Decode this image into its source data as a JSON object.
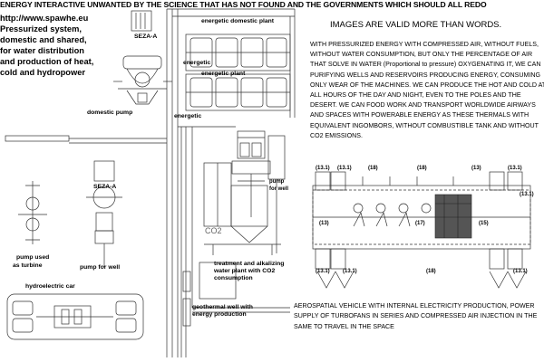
{
  "title": "ENERGY INTERACTIVE UNWANTED BY THE SCIENCE THAT HAS NOT FOUND AND THE GOVERNMENTS WHICH SHOULD ALL REDO",
  "left_text": {
    "url": "http://www.spawhe.eu",
    "lines": [
      "Pressurized system,",
      "domestic and shared,",
      "for water distribution",
      "and production of heat,",
      "cold and hydropower"
    ]
  },
  "labels": {
    "domestic_pump": "domestic pump",
    "energetic_domestic_plant": "energetic domestic plant",
    "energetic_plant": "energetic plant",
    "energetic": "energetic",
    "pump_used_as": "pump used",
    "as_turbine": "as turbine",
    "pump_for_well": "pump for well",
    "pump_for_well_right_1": "pump",
    "pump_for_well_right_2": "for well",
    "hydroelectric_car": "hydroelectric car",
    "treatment_1": "treatment and alkalizing",
    "treatment_2": "water plant with CO2",
    "treatment_3": "consumption",
    "geothermal_1": "geothermal well with",
    "geothermal_2": "energy production",
    "sez_a": "SEZA-A",
    "sez_a2": "SEZA-A",
    "co2": "CO2"
  },
  "images_valid": "IMAGES ARE VALID MORE THAN WORDS.",
  "description": "WITH PRESSURIZED ENERGY WITH COMPRESSED AIR, WITHOUT FUELS, WITHOUT WATER CONSUMPTION, BUT ONLY THE PERCENTAGE OF AIR THAT SOLVE IN WATER (Proportional to pressure) OXYGENATING IT, WE CAN PURIFYING WELLS AND RESERVOIRS PRODUCING ENERGY, CONSUMING ONLY WEAR OF THE MACHINES. WE CAN PRODUCE THE HOT AND COLD AT ALL HOURS OF THE DAY AND NIGHT, EVEN TO THE POLES AND THE DESERT. WE CAN FOOD WORK AND TRANSPORT WORLDWIDE AIRWAYS AND SPACES WITH POWERABLE ENERGY AS THESE THERMALS WITH EQUIVALENT INGOMBORS, WITHOUT COMBUSTIBLE TANK AND WITHOUT CO2 EMISSIONS.",
  "aerospatial": "AEROSPATIAL VEHICLE WITH INTERNAL ELECTRICITY PRODUCTION, POWER SUPPLY OF TURBOFANS IN SERIES AND COMPRESSED AIR INJECTION IN THE SAME TO TRAVEL IN THE SPACE",
  "vehicle_labels": [
    "(13.1)",
    "(13.1)",
    "(18)",
    "(18)",
    "(13)",
    "(17)",
    "(13.1)",
    "(13.1)",
    "(13)",
    "(15)",
    "(13.1)",
    "(13.1)",
    "(18)",
    "(13.1)"
  ],
  "colors": {
    "text": "#000000",
    "drawing": "#333333",
    "background": "#ffffff"
  }
}
